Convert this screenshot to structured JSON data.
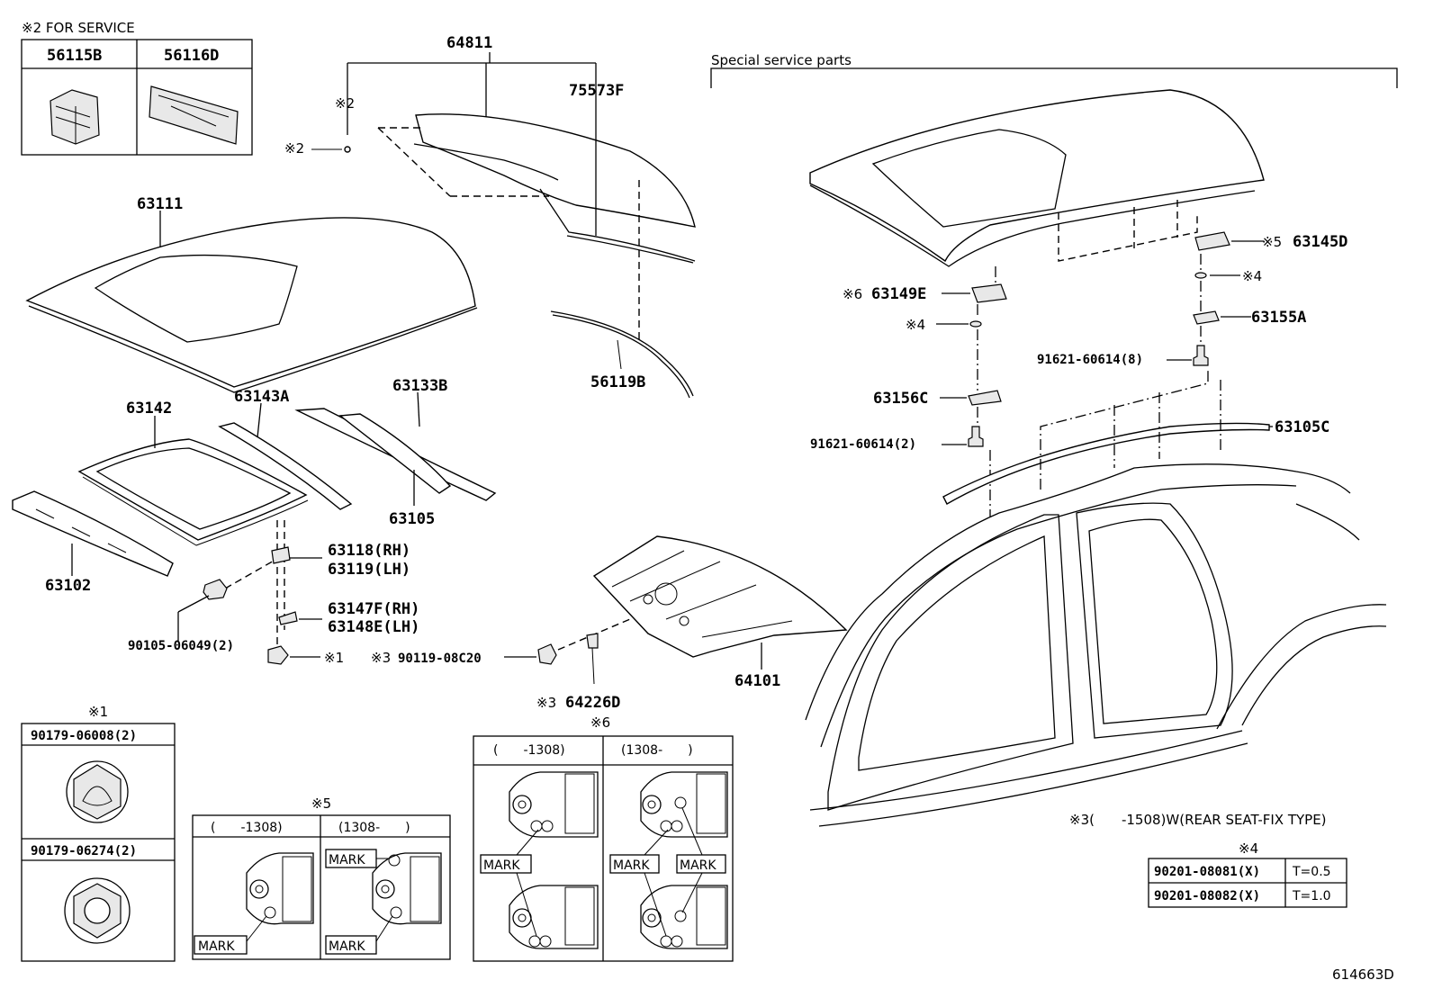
{
  "service_note": "※2 FOR SERVICE",
  "service_parts": [
    "56115B",
    "56116D"
  ],
  "special_service_title": "Special service parts",
  "parts": {
    "p64811": "64811",
    "p75573F": "75573F",
    "p63111": "63111",
    "p56119B": "56119B",
    "p63142": "63142",
    "p63143A": "63143A",
    "p63133B": "63133B",
    "p63105": "63105",
    "p63102": "63102",
    "p63118": "63118(RH)",
    "p63119": "63119(LH)",
    "p63147F": "63147F(RH)",
    "p63148E": "63148E(LH)",
    "p90105": "90105-06049(2)",
    "p90119": "90119-08C20",
    "p64226D": "64226D",
    "p64101": "64101",
    "p63145D": "63145D",
    "p63149E": "63149E",
    "p63155A": "63155A",
    "p91621a": "91621-60614(8)",
    "p63156C": "63156C",
    "p91621b": "91621-60614(2)",
    "p63105C": "63105C"
  },
  "refs": {
    "r1": "※1",
    "r2": "※2",
    "r3": "※3",
    "r4": "※4",
    "r5": "※5",
    "r6": "※6"
  },
  "note1_parts": [
    "90179-06008(2)",
    "90179-06274(2)"
  ],
  "note5_headers": [
    "(　　-1308)",
    "(1308-　　)"
  ],
  "note6_headers": [
    "(　　-1308)",
    "(1308-　　)"
  ],
  "mark_label": "MARK",
  "note3_text": "※3(　　-1508)W(REAR SEAT-FIX TYPE)",
  "note4_rows": [
    {
      "part": "90201-08081(X)",
      "t": "T=0.5"
    },
    {
      "part": "90201-08082(X)",
      "t": "T=1.0"
    }
  ],
  "figure_id": "614663D"
}
